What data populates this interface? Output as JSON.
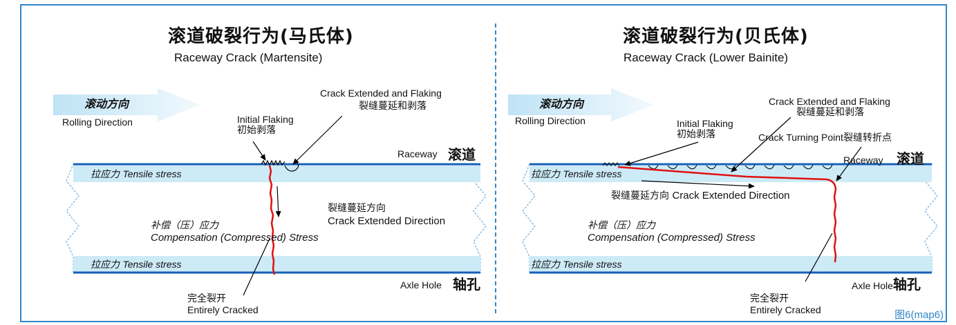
{
  "figure_ref": "图6(map6)",
  "left": {
    "title_cn": "滚道破裂行为(马氏体)",
    "title_en": "Raceway Crack (Martensite)",
    "rolling_cn": "滚动方向",
    "rolling_en": "Rolling Direction",
    "initial_en": "Initial Flaking",
    "initial_cn": "初始剥落",
    "extended_en": "Crack Extended and Flaking",
    "extended_cn": "裂缝蔓延和剥落",
    "raceway_en": "Raceway",
    "raceway_cn": "滚道",
    "tensile_top_cn": "拉应力",
    "tensile_top_en": "Tensile stress",
    "direction_cn": "裂缝蔓延方向",
    "direction_en": "Crack Extended Direction",
    "comp_cn": "补偿（压）应力",
    "comp_en": "Compensation (Compressed) Stress",
    "tensile_bot_cn": "拉应力",
    "tensile_bot_en": "Tensile stress",
    "axle_en": "Axle Hole",
    "axle_cn": "轴孔",
    "cracked_cn": "完全裂开",
    "cracked_en": "Entirely Cracked"
  },
  "right": {
    "title_cn": "滚道破裂行为(贝氏体)",
    "title_en": "Raceway Crack (Lower Bainite)",
    "rolling_cn": "滚动方向",
    "rolling_en": "Rolling Direction",
    "initial_en": "Initial Flaking",
    "initial_cn": "初始剥落",
    "extended_en": "Crack Extended and Flaking",
    "extended_cn": "裂缝蔓延和剥落",
    "turning_en": "Crack Turning Point",
    "turning_cn": "裂缝转折点",
    "raceway_en": "Raceway",
    "raceway_cn": "滚道",
    "tensile_top_cn": "拉应力",
    "tensile_top_en": "Tensile stress",
    "direction_cn": "裂缝蔓延方向",
    "direction_en": "Crack Extended Direction",
    "comp_cn": "补偿（压）应力",
    "comp_en": "Compensation (Compressed) Stress",
    "tensile_bot_cn": "拉应力",
    "tensile_bot_en": "Tensile stress",
    "axle_en": "Axle Hole",
    "axle_cn": "轴孔",
    "cracked_cn": "完全裂开",
    "cracked_en": "Entirely Cracked"
  },
  "colors": {
    "frame": "#2f86c9",
    "band_fill": "#cdeaf7",
    "arrow_fill": "#cfe9f7",
    "crack": "#e01010"
  }
}
